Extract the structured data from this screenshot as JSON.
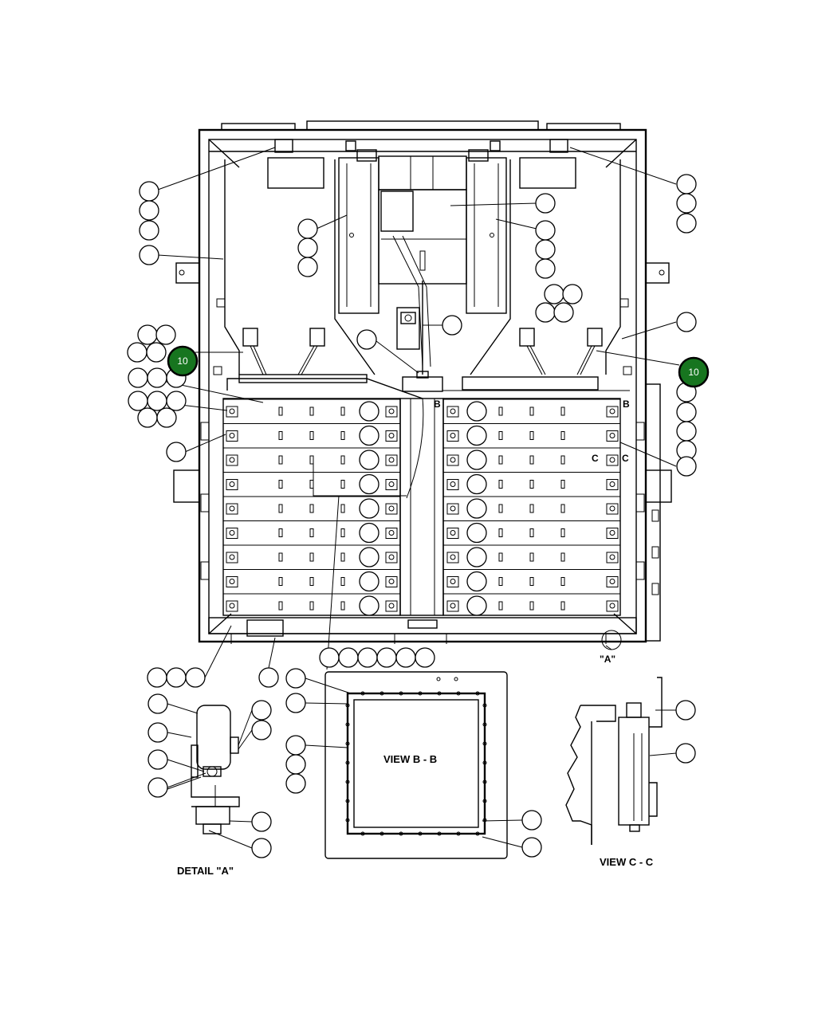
{
  "labels": {
    "view_bb": "VIEW B - B",
    "view_cc": "VIEW C - C",
    "detail_a": "DETAIL \"A\"",
    "detail_a_ref": "\"A\"",
    "section_b": "B",
    "section_c": "C"
  },
  "hotspots": [
    {
      "label": "10"
    },
    {
      "label": "10"
    }
  ],
  "colors": {
    "hotspot_fill": "#17751f",
    "line": "#000000",
    "background": "#ffffff"
  }
}
